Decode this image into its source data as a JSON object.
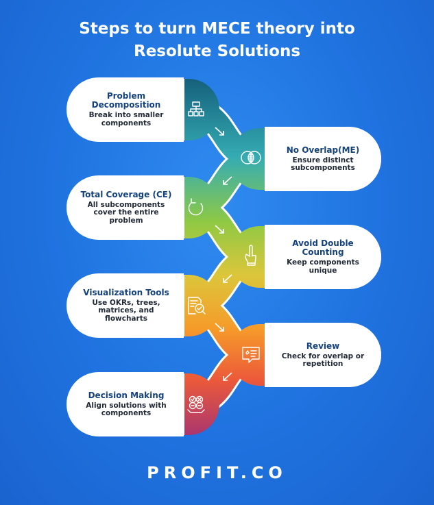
{
  "title": {
    "line1": "Steps to turn MECE theory into",
    "line2": "Resolute Solutions"
  },
  "steps": [
    {
      "title": "Problem Decomposition",
      "title_lines": [
        "Problem",
        "Decomposition"
      ],
      "desc_lines": [
        "Break into smaller",
        "components"
      ],
      "icon": "hierarchy-icon",
      "color": "#1e7f98"
    },
    {
      "title": "No Overlap(ME)",
      "title_lines": [
        "No Overlap(ME)"
      ],
      "desc_lines": [
        "Ensure distinct",
        "subcomponents"
      ],
      "icon": "venn-icon",
      "color": "#33a8b3"
    },
    {
      "title": "Total Coverage (CE)",
      "title_lines": [
        "Total Coverage (CE)"
      ],
      "desc_lines": [
        "All subcomponents",
        "cover the entire",
        "problem"
      ],
      "icon": "cycle-icon",
      "color": "#8ec843"
    },
    {
      "title": "Avoid Double Counting",
      "title_lines": [
        "Avoid Double",
        "Counting"
      ],
      "desc_lines": [
        "Keep components",
        "unique"
      ],
      "icon": "hand-point-icon",
      "color": "#d9c43a"
    },
    {
      "title": "Visualization Tools",
      "title_lines": [
        "Visualization Tools"
      ],
      "desc_lines": [
        "Use OKRs, trees,",
        "matrices, and",
        "flowcharts"
      ],
      "icon": "document-magnify-icon",
      "color": "#f49a2a"
    },
    {
      "title": "Review",
      "title_lines": [
        "Review"
      ],
      "desc_lines": [
        "Check for overlap or",
        "repetition"
      ],
      "icon": "review-icon",
      "color": "#ea5a3a"
    },
    {
      "title": "Decision Making",
      "title_lines": [
        "Decision Making"
      ],
      "desc_lines": [
        "Align solutions with",
        "components"
      ],
      "icon": "decision-icon",
      "color": "#b23a6e"
    }
  ],
  "logo": "PROFIT.CO"
}
